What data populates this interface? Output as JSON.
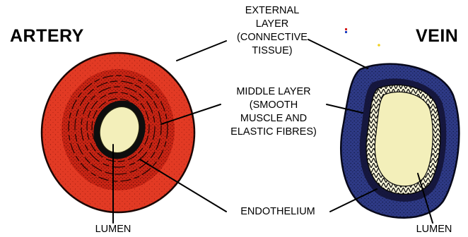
{
  "titles": {
    "artery": "ARTERY",
    "vein": "VEIN"
  },
  "labels": {
    "external_layer": [
      "EXTERNAL",
      "LAYER",
      "(CONNECTIVE",
      "TISSUE)"
    ],
    "middle_layer": [
      "MIDDLE LAYER",
      "(SMOOTH",
      "MUSCLE AND",
      "ELASTIC FIBRES)"
    ],
    "endothelium": "ENDOTHELIUM",
    "lumen_artery": "LUMEN",
    "lumen_vein": "LUMEN"
  },
  "colors": {
    "artery_outer": "#e23a24",
    "artery_rim": "#c62414",
    "vein_outer": "#2e3a86",
    "vein_middle": "#16173e",
    "lumen": "#f3efba",
    "endothelium_dark": "#1a1a1a",
    "endothelium_light": "#f8f5d8"
  }
}
